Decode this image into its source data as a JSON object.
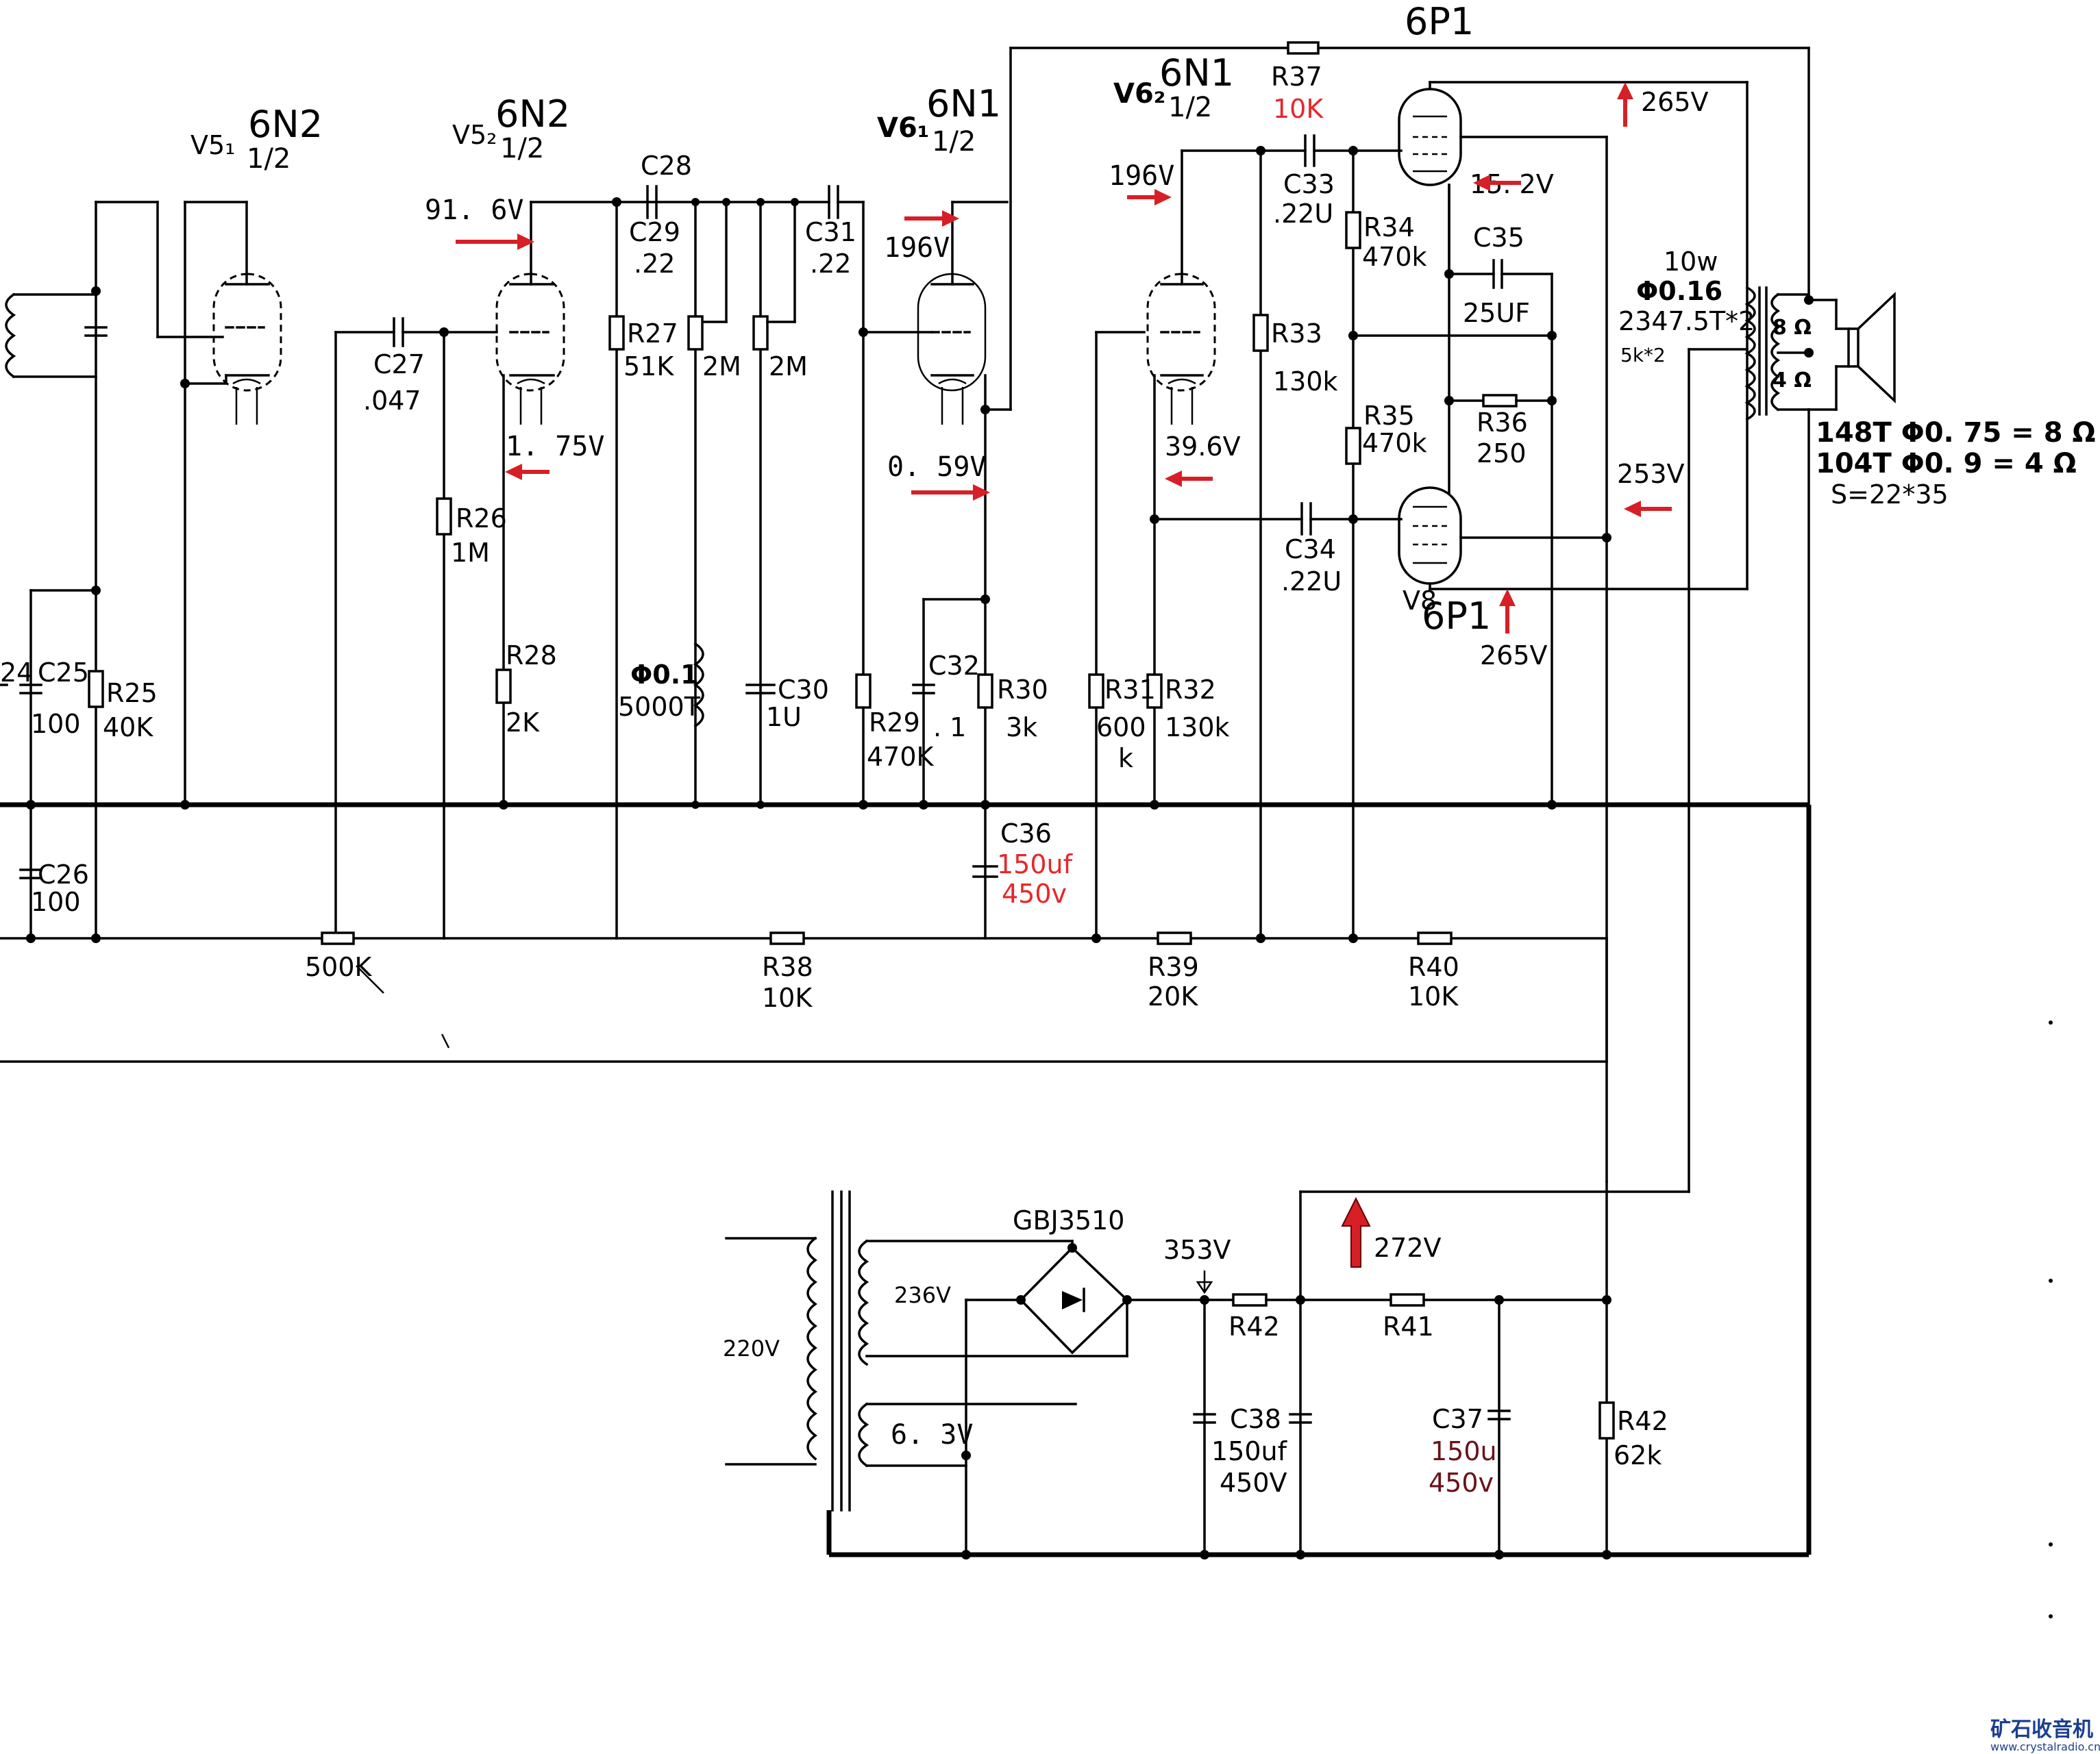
{
  "tubes": {
    "v5a": {
      "ref": "V5₁",
      "type": "6N2",
      "half": "1/2"
    },
    "v5b": {
      "ref": "V5₂",
      "type": "6N2",
      "half": "1/2"
    },
    "v6a": {
      "ref": "V6₁",
      "type": "6N1",
      "half": "1/2"
    },
    "v6b": {
      "ref": "V6₂",
      "type": "6N1",
      "half": "1/2"
    },
    "v7": {
      "type": "6P1"
    },
    "v8": {
      "ref": "V8",
      "type": "6P1"
    }
  },
  "components": {
    "c25": {
      "ref": "C25",
      "value": "100"
    },
    "c26": {
      "ref": "C26",
      "value": "100"
    },
    "c24_partial": "24",
    "r25": {
      "ref": "R25",
      "value": "40K"
    },
    "c27": {
      "ref": "C27",
      "value": ".047"
    },
    "r26": {
      "ref": "R26",
      "value": "1M"
    },
    "r28": {
      "ref": "R28",
      "value": "2K"
    },
    "pot": {
      "value": "500K"
    },
    "c28": {
      "ref": "C28"
    },
    "c29": {
      "ref": "C29",
      "value": ".22"
    },
    "c31": {
      "ref": "C31",
      "value": ".22"
    },
    "r27": {
      "ref": "R27",
      "value": "51K"
    },
    "pot2m_a": {
      "value": "2M"
    },
    "pot2m_b": {
      "value": "2M"
    },
    "choke": {
      "line1": "Φ0.1",
      "line2": "5000T"
    },
    "c30": {
      "ref": "C30",
      "value": "1U"
    },
    "r29": {
      "ref": "R29",
      "value": "470K"
    },
    "c32": {
      "ref": "C32",
      "value": ". 1"
    },
    "r30": {
      "ref": "R30",
      "value": "3k"
    },
    "r31": {
      "ref": "R31",
      "value": "600",
      "value2": "k"
    },
    "r32": {
      "ref": "R32",
      "value": "130k"
    },
    "c36": {
      "ref": "C36",
      "value": "150uf",
      "volt": "450v"
    },
    "r37": {
      "ref": "R37",
      "value": "10K"
    },
    "c33": {
      "ref": "C33",
      "value": ".22U"
    },
    "r33": {
      "ref": "R33",
      "value": "130k"
    },
    "r34": {
      "ref": "R34",
      "value": "470k"
    },
    "c35": {
      "ref": "C35",
      "value": "25UF"
    },
    "r35": {
      "ref": "R35",
      "value": "470k"
    },
    "r36": {
      "ref": "R36",
      "value": "250"
    },
    "c34": {
      "ref": "C34",
      "value": ".22U"
    },
    "r38": {
      "ref": "R38",
      "value": "10K"
    },
    "r39": {
      "ref": "R39",
      "value": "20K"
    },
    "r40": {
      "ref": "R40",
      "value": "10K"
    },
    "r41": {
      "ref": "R41"
    },
    "r42a": {
      "ref": "R42"
    },
    "r42b": {
      "ref": "R42",
      "value": "62k"
    },
    "c38": {
      "ref": "C38",
      "value": "150uf",
      "volt": "450V"
    },
    "c37": {
      "ref": "C37",
      "value": "150u",
      "volt": "450v"
    },
    "bridge": {
      "ref": "GBJ3510"
    }
  },
  "voltages": {
    "v_91": "91. 6V",
    "v_175": "1. 75V",
    "v_196a": "196V",
    "v_059": "0. 59V",
    "v_196b": "196V",
    "v_396": "39.6V",
    "v_265a": "265V",
    "v_152": "15. 2V",
    "v_253": "253V",
    "v_265b": "265V",
    "v_353": "353V",
    "v_272": "272V"
  },
  "output_transformer": {
    "power": "10w",
    "wire": "Φ0.16",
    "turns": "2347.5T*2",
    "impedance": "5k*2",
    "tap8": "8 Ω",
    "tap4": "4 Ω",
    "sec1": "148T Φ0. 75 = 8 Ω",
    "sec2": "104T Φ0. 9   = 4 Ω",
    "core": "S=22*35"
  },
  "power_transformer": {
    "primary": "220V",
    "hv": "236V",
    "heater": "6. 3V"
  },
  "watermark": {
    "text": "矿石收音机",
    "url": "www.crystalradio.cn"
  },
  "colors": {
    "arrow": "#d61f26",
    "red_text": "#e8262c",
    "dark_red_text": "#6b1118"
  }
}
